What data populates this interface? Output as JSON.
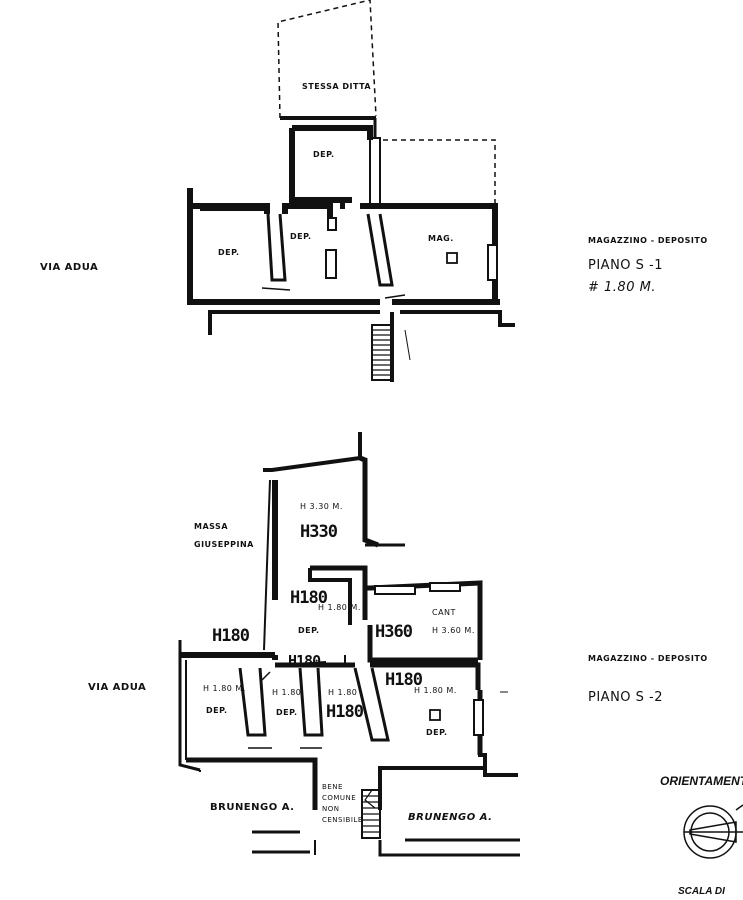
{
  "plan_top": {
    "title": "MAGAZZINO - DEPOSITO",
    "floor": "PIANO S -1",
    "height": "# 1.80 M.",
    "street": "VIA ADUA",
    "adjacent_top": "STESSA DITTA",
    "rooms": {
      "dep_top": "DEP.",
      "dep_left": "DEP.",
      "dep_mid": "DEP.",
      "mag": "MAG."
    }
  },
  "plan_bottom": {
    "title": "MAGAZZINO - DEPOSITO",
    "floor": "PIANO S -2",
    "street": "VIA ADUA",
    "neighbor_top": "MASSA GIUSEPPINA",
    "neighbor_left": "BRUNENGO A.",
    "neighbor_right": "BRUNENGO A.",
    "stair_note": "BENE COMUNE NON CENSIBILE",
    "rooms": {
      "top_height": "H 3.30 M.",
      "top_height_hand": "H330",
      "mid_height_hand": "H180",
      "mid_height": "H 1.80 M.",
      "mid_room": "DEP.",
      "cant_label": "CANT",
      "cant_height": "H 3.60 M.",
      "cant_height_hand": "H360",
      "corridor_hand": "H180",
      "left_hand": "H180",
      "left_height": "H 1.80 M.",
      "left_room": "DEP.",
      "left2_height": "H 1.80",
      "left2_room": "DEP.",
      "center_height": "H 1.80",
      "center_hand": "H180",
      "right_hand": "H180",
      "right_height": "H 1.80 M.",
      "right_room": "DEP."
    }
  },
  "legend": {
    "orientation": "ORIENTAMENTO",
    "scale": "SCALA DI"
  }
}
